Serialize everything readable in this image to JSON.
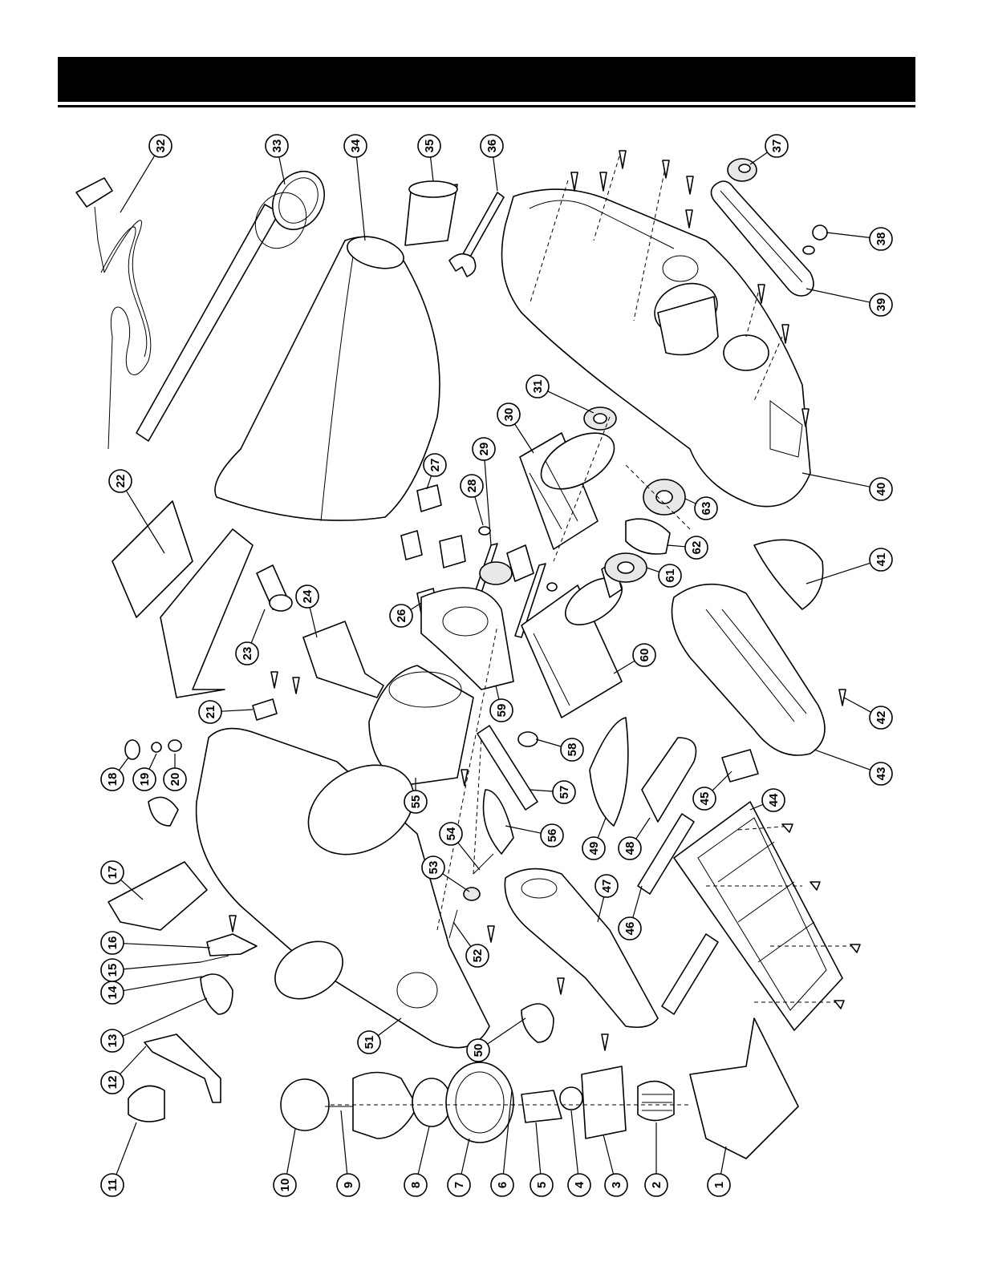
{
  "parts": [
    {
      "id": "p1",
      "label": "1"
    },
    {
      "id": "p2",
      "label": "2"
    },
    {
      "id": "p3",
      "label": "3"
    },
    {
      "id": "p4",
      "label": "4"
    },
    {
      "id": "p5",
      "label": "5"
    },
    {
      "id": "p6",
      "label": "6"
    },
    {
      "id": "p7",
      "label": "7"
    },
    {
      "id": "p8",
      "label": "8"
    },
    {
      "id": "p9",
      "label": "9"
    },
    {
      "id": "p10",
      "label": "10"
    },
    {
      "id": "p11",
      "label": "11"
    },
    {
      "id": "p12",
      "label": "12"
    },
    {
      "id": "p13",
      "label": "13"
    },
    {
      "id": "p14",
      "label": "14"
    },
    {
      "id": "p15",
      "label": "15"
    },
    {
      "id": "p16",
      "label": "16"
    },
    {
      "id": "p17",
      "label": "17"
    },
    {
      "id": "p18",
      "label": "18"
    },
    {
      "id": "p19",
      "label": "19"
    },
    {
      "id": "p20",
      "label": "20"
    },
    {
      "id": "p21",
      "label": "21"
    },
    {
      "id": "p22",
      "label": "22"
    },
    {
      "id": "p23",
      "label": "23"
    },
    {
      "id": "p24",
      "label": "24"
    },
    {
      "id": "p26",
      "label": "26"
    },
    {
      "id": "p27",
      "label": "27"
    },
    {
      "id": "p28",
      "label": "28"
    },
    {
      "id": "p29",
      "label": "29"
    },
    {
      "id": "p30",
      "label": "30"
    },
    {
      "id": "p31",
      "label": "31"
    },
    {
      "id": "p32",
      "label": "32"
    },
    {
      "id": "p33",
      "label": "33"
    },
    {
      "id": "p34",
      "label": "34"
    },
    {
      "id": "p35",
      "label": "35"
    },
    {
      "id": "p36",
      "label": "36"
    },
    {
      "id": "p37",
      "label": "37"
    },
    {
      "id": "p38",
      "label": "38"
    },
    {
      "id": "p39",
      "label": "39"
    },
    {
      "id": "p40",
      "label": "40"
    },
    {
      "id": "p41",
      "label": "41"
    },
    {
      "id": "p42",
      "label": "42"
    },
    {
      "id": "p43",
      "label": "43"
    },
    {
      "id": "p44",
      "label": "44"
    },
    {
      "id": "p45",
      "label": "45"
    },
    {
      "id": "p46",
      "label": "46"
    },
    {
      "id": "p47",
      "label": "47"
    },
    {
      "id": "p48",
      "label": "48"
    },
    {
      "id": "p49",
      "label": "49"
    },
    {
      "id": "p50",
      "label": "50"
    },
    {
      "id": "p51",
      "label": "51"
    },
    {
      "id": "p52",
      "label": "52"
    },
    {
      "id": "p53",
      "label": "53"
    },
    {
      "id": "p54",
      "label": "54"
    },
    {
      "id": "p55",
      "label": "55"
    },
    {
      "id": "p56",
      "label": "56"
    },
    {
      "id": "p57",
      "label": "57"
    },
    {
      "id": "p58",
      "label": "58"
    },
    {
      "id": "p59",
      "label": "59"
    },
    {
      "id": "p60",
      "label": "60"
    },
    {
      "id": "p61",
      "label": "61"
    },
    {
      "id": "p62",
      "label": "62"
    },
    {
      "id": "p63",
      "label": "63"
    }
  ]
}
